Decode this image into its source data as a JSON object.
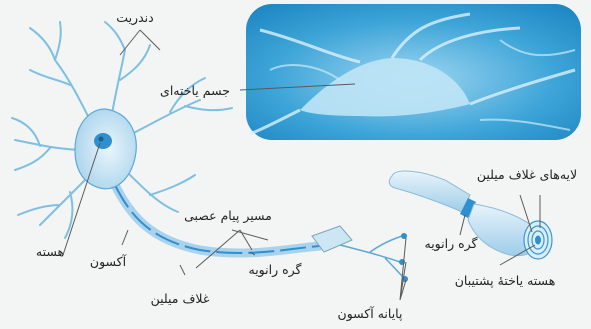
{
  "labels": {
    "dendrite": "دندریت",
    "cell_body": "جسم یاخته‌ای",
    "nucleus": "هسته",
    "axon": "آکسون",
    "impulse_path": "مسیر پیام عصبی",
    "node_left": "گره رانویه",
    "myelin_sheath": "غلاف میلین",
    "axon_terminal": "پایانه آکسون",
    "node_right": "گره رانویه",
    "myelin_layers": "لایه‌های غلاف میلین",
    "support_nucleus": "هسته یاختهٔ پشتیبان"
  },
  "colors": {
    "neuron": "#b9dcef",
    "neuron_stroke": "#5aa9d6",
    "axon_dark": "#2f8fcf",
    "photo_bg": "#3aa4d8",
    "leader": "#5a5a5a"
  }
}
